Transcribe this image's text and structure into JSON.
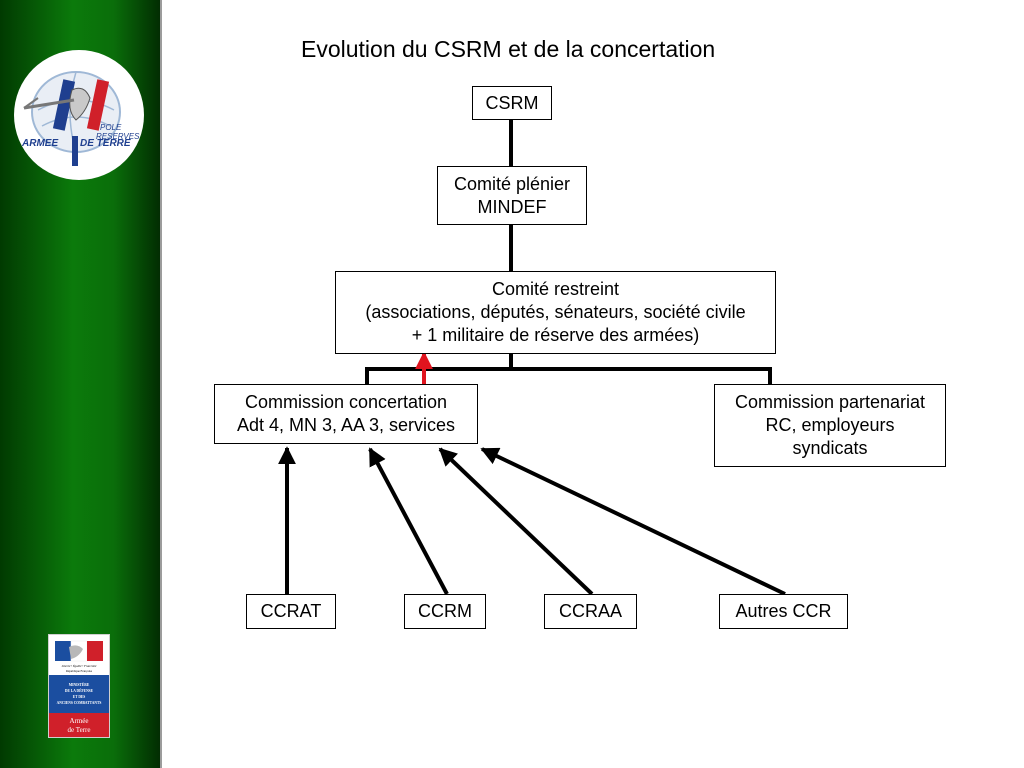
{
  "title": "Evolution du CSRM et de la concertation",
  "sidebar": {
    "logo_top": {
      "line1": "POLE",
      "line2": "RESERVES",
      "brand_left": "ARMEE",
      "brand_right": "DE TERRE",
      "colors": {
        "blue": "#1f3f8f",
        "red": "#d0202a",
        "globe": "#9fb8d6"
      }
    },
    "logo_bottom": {
      "motto": "Liberté • Égalité • Fraternité",
      "republic": "République Française",
      "ministry_1": "MINISTÈRE",
      "ministry_2": "DE LA DÉFENSE",
      "ministry_3": "ET DES",
      "ministry_4": "ANCIENS COMBATTANTS",
      "army_1": "Armée",
      "army_2": "de Terre",
      "colors": {
        "blue": "#1b4ea0",
        "red": "#d0202a"
      }
    }
  },
  "nodes": {
    "csrm": {
      "lines": [
        "CSRM"
      ]
    },
    "pleniere": {
      "lines": [
        "Comité plénier",
        "MINDEF"
      ]
    },
    "restreint": {
      "lines": [
        "Comité restreint",
        "(associations, députés, sénateurs, société civile",
        "+ 1 militaire de réserve des armées)"
      ]
    },
    "concertation": {
      "lines": [
        "Commission concertation",
        "Adt 4, MN 3, AA 3, services"
      ]
    },
    "partenariat": {
      "lines": [
        "Commission partenariat",
        "RC, employeurs",
        "syndicats"
      ]
    },
    "ccrat": {
      "lines": [
        "CCRAT"
      ]
    },
    "ccrm": {
      "lines": [
        "CCRM"
      ]
    },
    "ccraa": {
      "lines": [
        "CCRAA"
      ]
    },
    "autres": {
      "lines": [
        "Autres CCR"
      ]
    }
  },
  "edges": [
    {
      "from": "csrm",
      "to": "pleniere",
      "type": "line"
    },
    {
      "from": "pleniere",
      "to": "restreint",
      "type": "line"
    },
    {
      "from": "restreint",
      "to": "concertation",
      "type": "line"
    },
    {
      "from": "restreint",
      "to": "partenariat",
      "type": "line"
    },
    {
      "from": "concertation",
      "to": "restreint",
      "type": "arrow",
      "color": "#e0141e"
    },
    {
      "from": "ccrat",
      "to": "concertation",
      "type": "arrow"
    },
    {
      "from": "ccrm",
      "to": "concertation",
      "type": "arrow"
    },
    {
      "from": "ccraa",
      "to": "concertation",
      "type": "arrow"
    },
    {
      "from": "autres",
      "to": "concertation",
      "type": "arrow"
    }
  ]
}
